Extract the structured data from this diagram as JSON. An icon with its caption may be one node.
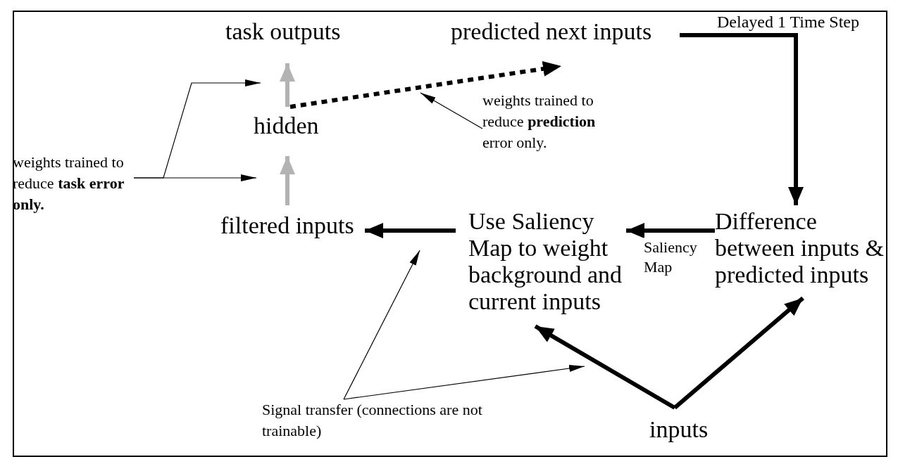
{
  "diagram": {
    "nodes": [
      {
        "text": [
          "task outputs"
        ]
      },
      {
        "text": [
          "predicted next inputs"
        ]
      },
      {
        "text": [
          "hidden"
        ]
      },
      {
        "text": [
          "filtered inputs"
        ]
      },
      {
        "text": [
          "Use Saliency Map to weight background and current inputs"
        ]
      },
      {
        "text": [
          "Difference between inputs & predicted inputs"
        ]
      },
      {
        "text": [
          "inputs"
        ]
      },
      {
        "text": [
          "weights trained to reduce **task error only.**"
        ]
      },
      {
        "text": [
          "weights trained to reduce **prediction** error only."
        ]
      },
      {
        "text": [
          "Signal transfer (connections are not trainable)"
        ]
      }
    ],
    "edges": [
      {
        "from": 2,
        "to": 0,
        "arrow": "to",
        "color": "#b3b3b3"
      },
      {
        "from": 3,
        "to": 2,
        "arrow": "to",
        "color": "#b3b3b3"
      },
      {
        "from": 2,
        "to": 1,
        "arrow": "to",
        "style": "dashed"
      },
      {
        "from": 1,
        "to": 5,
        "arrow": "to",
        "label": "Delayed 1 Time Step"
      },
      {
        "from": 5,
        "to": 4,
        "arrow": "to",
        "label": "Saliency Map"
      },
      {
        "from": 4,
        "to": 3,
        "arrow": "to"
      },
      {
        "from": 6,
        "to": 4,
        "arrow": "to"
      },
      {
        "from": 6,
        "to": 5,
        "arrow": "to"
      },
      {
        "from": 7,
        "to": null,
        "arrow": "to"
      },
      {
        "from": 7,
        "to": null,
        "arrow": "to"
      },
      {
        "from": 8,
        "to": null,
        "arrow": "to"
      },
      {
        "from": 9,
        "to": null,
        "arrow": "to"
      },
      {
        "from": 9,
        "to": null,
        "arrow": "to"
      }
    ]
  }
}
